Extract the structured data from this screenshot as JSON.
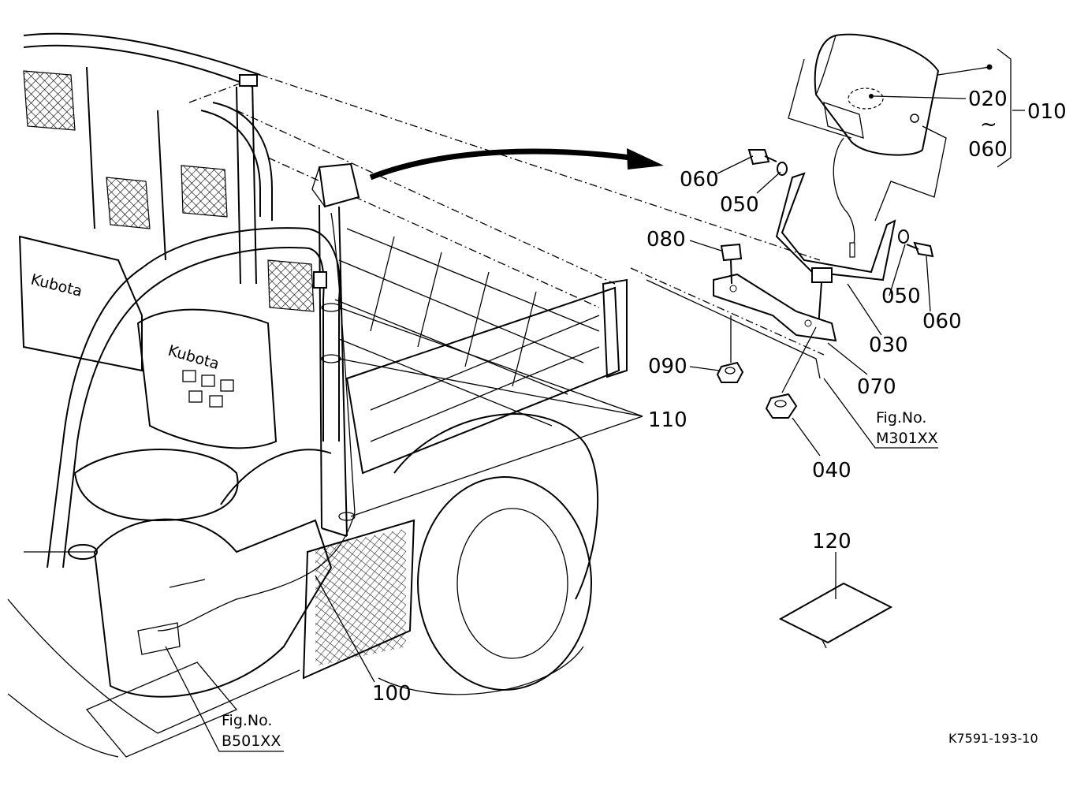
{
  "callouts": {
    "c010": "010",
    "c020": "020",
    "c060_range": "060",
    "c060_a": "060",
    "c050_a": "050",
    "c080": "080",
    "c050_b": "050",
    "c060_b": "060",
    "c030": "030",
    "c090": "090",
    "c070": "070",
    "c110": "110",
    "c040": "040",
    "c120": "120",
    "c100": "100",
    "tilde": "~"
  },
  "references": {
    "fig_label_a": "Fig.No.",
    "fig_code_a": "M301XX",
    "fig_label_b": "Fig.No.",
    "fig_code_b": "B501XX"
  },
  "brand": {
    "logo_text_1": "Kubota",
    "logo_text_2": "Kubota"
  },
  "footer": {
    "drawing_number": "K7591-193-10"
  },
  "icons": [
    "work-light-icon",
    "bolt-icon",
    "washer-icon",
    "nut-icon",
    "bracket-icon",
    "label-sheet-icon",
    "arrow-icon"
  ]
}
